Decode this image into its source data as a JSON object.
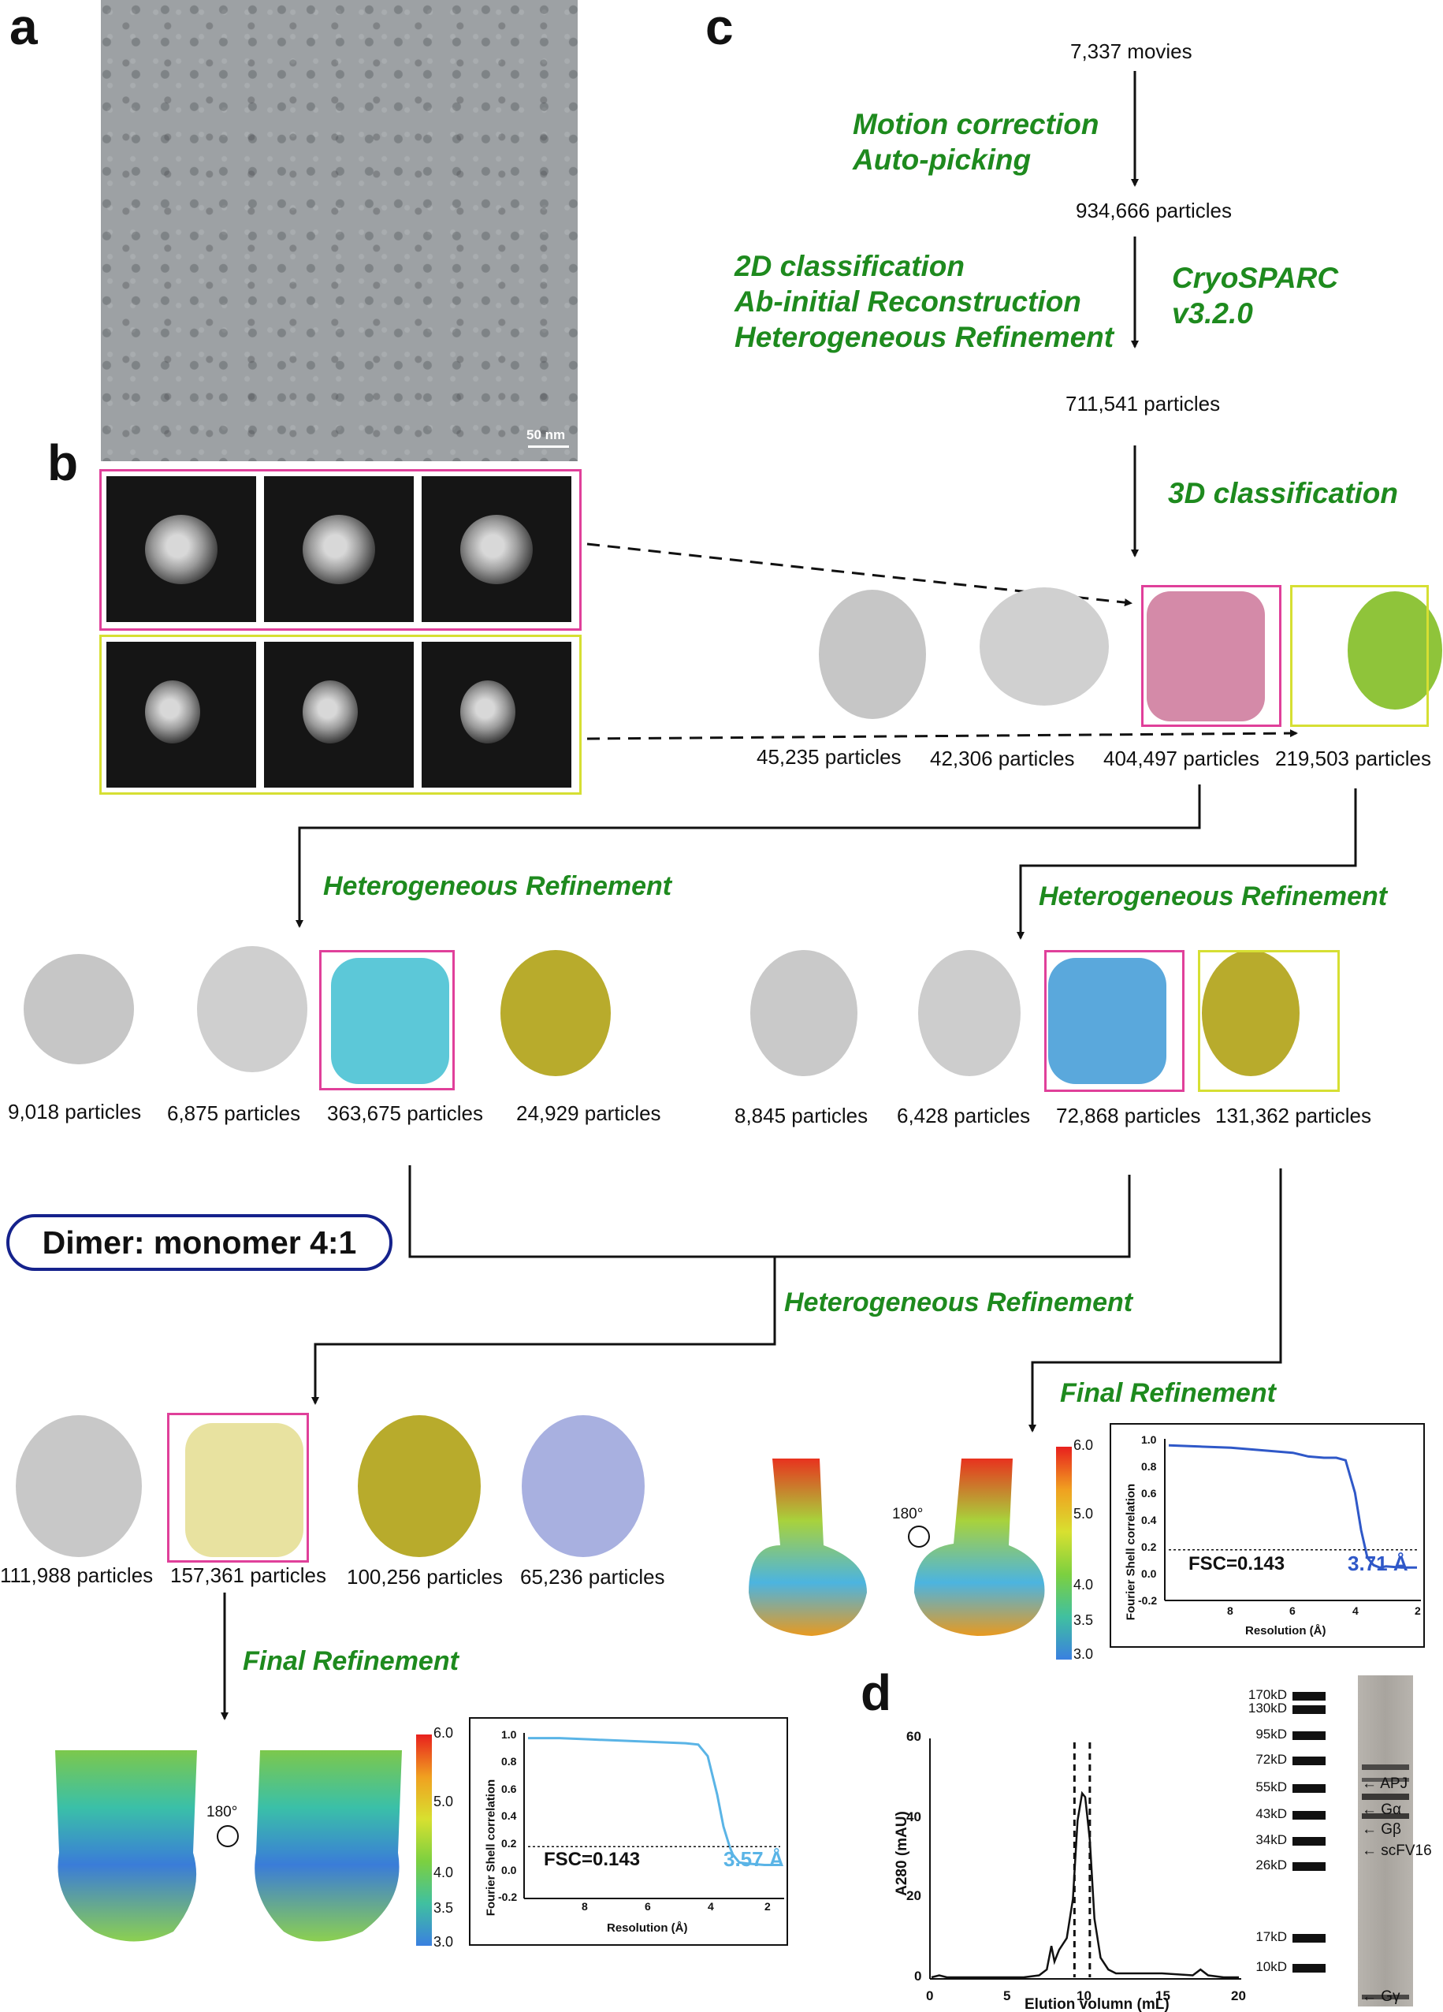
{
  "panel_labels": {
    "a": "a",
    "b": "b",
    "c": "c",
    "d": "d"
  },
  "micrograph": {
    "scale_bar": "50 nm"
  },
  "workflow": {
    "movies": "7,337 movies",
    "step1_line1": "Motion correction",
    "step1_line2": "Auto-picking",
    "particles_1": "934,666 particles",
    "step2_line1": "2D classification",
    "step2_line2": "Ab-initial Reconstruction",
    "step2_line3": "Heterogeneous Refinement",
    "software_line1": "CryoSPARC",
    "software_line2": "v3.2.0",
    "particles_2": "711,541 particles",
    "step3": "3D classification",
    "class3d": [
      "45,235 particles",
      "42,306 particles",
      "404,497 particles",
      "219,503 particles"
    ],
    "hetero_label_left": "Heterogeneous Refinement",
    "hetero_label_right": "Heterogeneous Refinement",
    "left_classes": [
      "9,018 particles",
      "6,875 particles",
      "363,675 particles",
      "24,929 particles"
    ],
    "right_classes": [
      "8,845 particles",
      "6,428 particles",
      "72,868 particles",
      "131,362 particles"
    ],
    "dimer_ratio": "Dimer: monomer 4:1",
    "hetero_label_merge": "Heterogeneous Refinement",
    "merge_classes": [
      "111,988 particles",
      "157,361 particles",
      "100,256 particles",
      "65,236 particles"
    ],
    "final_label_right": "Final Refinement",
    "final_label_bottom": "Final Refinement",
    "rotation": "180°"
  },
  "colors": {
    "magenta": "#e0409a",
    "yellow_green": "#d6df33",
    "step_green": "#1e8a1e",
    "fsc_blue_right": "#2f58c8",
    "fsc_blue_bottom": "#5ab4e6",
    "pink_map": "#d48aa8",
    "green_map": "#8fc43a",
    "cyan_map": "#5cc8d8",
    "olive_map": "#b8ab2c",
    "sky_map": "#5aa8dc",
    "cream_map": "#e8e2a0",
    "lavender_map": "#a8b0e0"
  },
  "colorbar": {
    "ticks": [
      "6.0",
      "5.0",
      "4.0",
      "3.5",
      "3.0"
    ]
  },
  "fsc_right": {
    "ylabel": "Fourier Shell correlation",
    "xlabel": "Resolution (Å)",
    "threshold": "FSC=0.143",
    "resolution": "3.71 Å",
    "yticks": [
      "1.0",
      "0.8",
      "0.6",
      "0.4",
      "0.2",
      "0.0",
      "-0.2"
    ],
    "xticks": [
      "8",
      "6",
      "4",
      "2"
    ]
  },
  "fsc_bottom": {
    "ylabel": "Fourier Shell correlation",
    "xlabel": "Resolution (Å)",
    "threshold": "FSC=0.143",
    "resolution": "3.57 Å",
    "yticks": [
      "1.0",
      "0.8",
      "0.6",
      "0.4",
      "0.2",
      "0.0",
      "-0.2"
    ],
    "xticks": [
      "8",
      "6",
      "4",
      "2"
    ]
  },
  "chart_data": [
    {
      "type": "line",
      "ylabel": "Fourier Shell correlation",
      "xlabel": "Resolution (Å)",
      "xlim": [
        10,
        2
      ],
      "ylim": [
        -0.2,
        1.0
      ],
      "threshold": 0.143,
      "threshold_label": "FSC=0.143",
      "resolution_label": "3.71 Å",
      "series": [
        {
          "x": [
            10,
            9,
            8,
            7,
            6,
            5.5,
            5,
            4.6,
            4.3,
            4.0,
            3.8,
            3.6,
            3.4,
            3.2,
            3.0,
            2.5,
            2.0
          ],
          "y": [
            0.98,
            0.97,
            0.96,
            0.94,
            0.92,
            0.89,
            0.88,
            0.88,
            0.86,
            0.6,
            0.3,
            0.08,
            0.02,
            0.0,
            0.01,
            0.0,
            0.0
          ]
        }
      ]
    },
    {
      "type": "line",
      "ylabel": "Fourier Shell correlation",
      "xlabel": "Resolution (Å)",
      "xlim": [
        10,
        2
      ],
      "ylim": [
        -0.2,
        1.0
      ],
      "threshold": 0.143,
      "threshold_label": "FSC=0.143",
      "resolution_label": "3.57 Å",
      "series": [
        {
          "x": [
            10,
            9,
            8,
            7,
            6,
            5,
            4.6,
            4.3,
            4.0,
            3.8,
            3.6,
            3.5,
            3.3,
            3.0,
            2.5,
            2.0
          ],
          "y": [
            0.99,
            0.99,
            0.98,
            0.97,
            0.96,
            0.95,
            0.94,
            0.85,
            0.55,
            0.3,
            0.14,
            0.08,
            0.02,
            0.01,
            0.0,
            0.0
          ]
        }
      ]
    },
    {
      "type": "line",
      "ylabel": "A280 (mAU)",
      "xlabel": "Elution volumn (mL)",
      "xlim": [
        0,
        20
      ],
      "ylim": [
        0,
        60
      ],
      "xticks": [
        "0",
        "5",
        "10",
        "15",
        "20"
      ],
      "yticks": [
        "0",
        "20",
        "40",
        "60"
      ],
      "series": [
        {
          "x": [
            0,
            0.5,
            1,
            6,
            7,
            7.5,
            7.8,
            8.0,
            8.3,
            8.8,
            9.2,
            9.5,
            9.8,
            10.0,
            10.3,
            10.6,
            11.0,
            11.5,
            12,
            14,
            15,
            17,
            17.5,
            18,
            19,
            20
          ],
          "y": [
            0,
            0.5,
            0,
            0,
            0.5,
            2,
            8,
            4,
            7,
            10,
            20,
            40,
            47,
            46,
            35,
            15,
            5,
            2,
            1,
            1,
            1,
            0.5,
            2,
            0.5,
            0,
            0
          ]
        }
      ]
    }
  ],
  "gel": {
    "markers": [
      "170kD",
      "130kD",
      "95kD",
      "72kD",
      "55kD",
      "43kD",
      "34kD",
      "26kD",
      "17kD",
      "10kD"
    ],
    "bands": [
      "APJ",
      "Gα",
      "Gβ",
      "scFV16",
      "Gγ"
    ]
  }
}
